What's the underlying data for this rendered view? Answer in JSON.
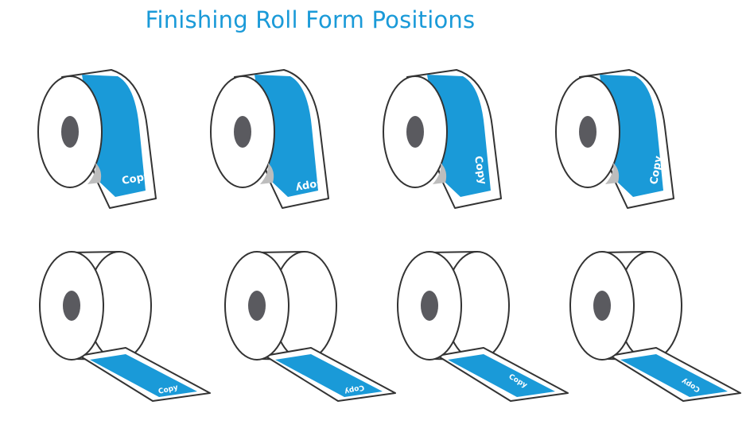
{
  "title": "Finishing Roll Form Positions",
  "colors": {
    "accent": "#1a9ad8",
    "outline": "#333333",
    "core": "#5a5a5f",
    "shadow": "#bdbdbd",
    "paper": "#ffffff"
  },
  "rolls": {
    "top": [
      {
        "label": "Copy"
      },
      {
        "label": "Copy"
      },
      {
        "label": "Copy"
      },
      {
        "label": "Copy"
      }
    ],
    "bottom": [
      {
        "label": "Copy"
      },
      {
        "label": "Copy"
      },
      {
        "label": "Copy"
      },
      {
        "label": "Copy"
      }
    ]
  }
}
